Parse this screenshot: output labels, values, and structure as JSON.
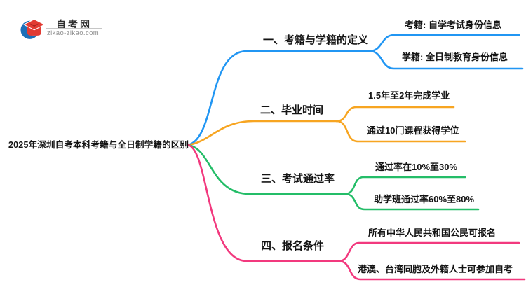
{
  "logo": {
    "title": "自考网",
    "domain": "zikao-zikao.com",
    "colors": {
      "crescent": "#1c6fb8",
      "cap": "#e23b33",
      "cap_shadow": "#a8231e"
    }
  },
  "mindmap": {
    "root": {
      "label": "2025年深圳自考本科考籍与全日制学籍的区别",
      "color": "#141414"
    },
    "branches": [
      {
        "id": "definitions",
        "label": "一、考籍与学籍的定义",
        "color": "#2196f3",
        "children": [
          "考籍: 自学考试身份信息",
          "学籍: 全日制教育身份信息"
        ]
      },
      {
        "id": "graduation-time",
        "label": "二、毕业时间",
        "color": "#f7a521",
        "children": [
          "1.5年至2年完成学业",
          "通过10门课程获得学位"
        ]
      },
      {
        "id": "pass-rate",
        "label": "三、考试通过率",
        "color": "#24bd68",
        "children": [
          "通过率在10%至30%",
          "助学班通过率60%至80%"
        ]
      },
      {
        "id": "registration-conditions",
        "label": "四、报名条件",
        "color": "#f2397e",
        "children": [
          "所有中华人民共和国公民可报名",
          "港澳、台湾同胞及外籍人士可参加自考"
        ]
      }
    ]
  }
}
